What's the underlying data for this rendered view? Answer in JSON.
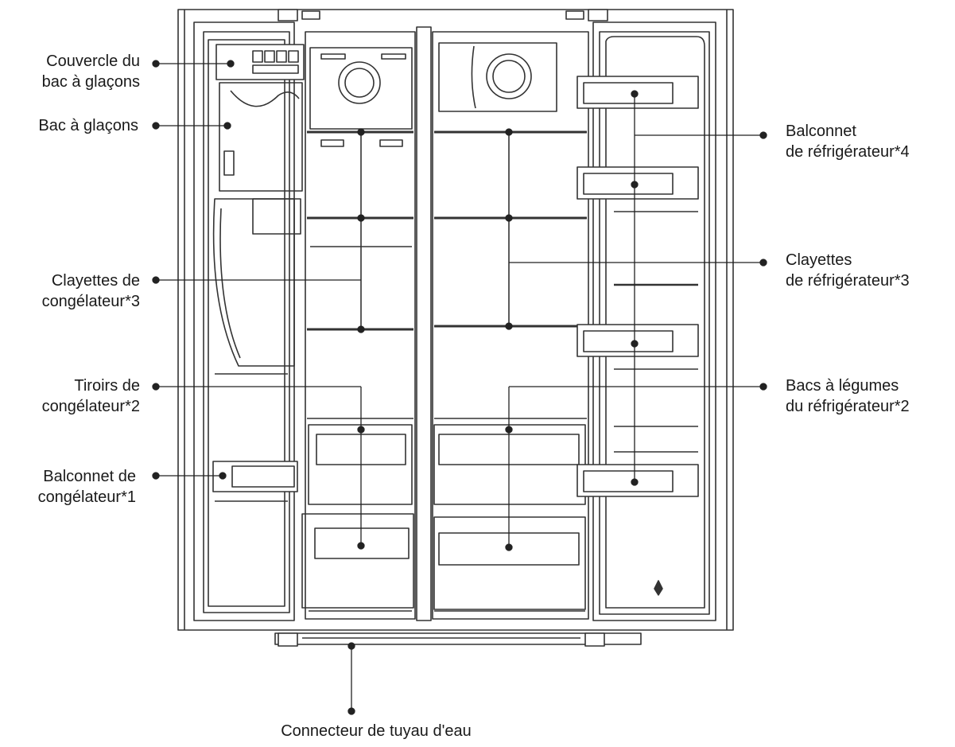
{
  "labels": {
    "ice_cover": [
      "Couvercle du",
      "bac à glaçons"
    ],
    "ice_bin": [
      "Bac à glaçons"
    ],
    "freezer_shelves": [
      "Clayettes de",
      "congélateur*3"
    ],
    "freezer_drawers": [
      "Tiroirs de",
      "congélateur*2"
    ],
    "freezer_balcony": [
      "Balconnet de",
      "congélateur*1"
    ],
    "fridge_balcony": [
      "Balconnet",
      "de réfrigérateur*4"
    ],
    "fridge_shelves": [
      "Clayettes",
      "de réfrigérateur*3"
    ],
    "crisper": [
      "Bacs à légumes",
      "du réfrigérateur*2"
    ],
    "water_connector": [
      "Connecteur de tuyau d'eau"
    ]
  },
  "colors": {
    "line": "#222222",
    "text": "#1a1a1a",
    "background": "#ffffff"
  }
}
